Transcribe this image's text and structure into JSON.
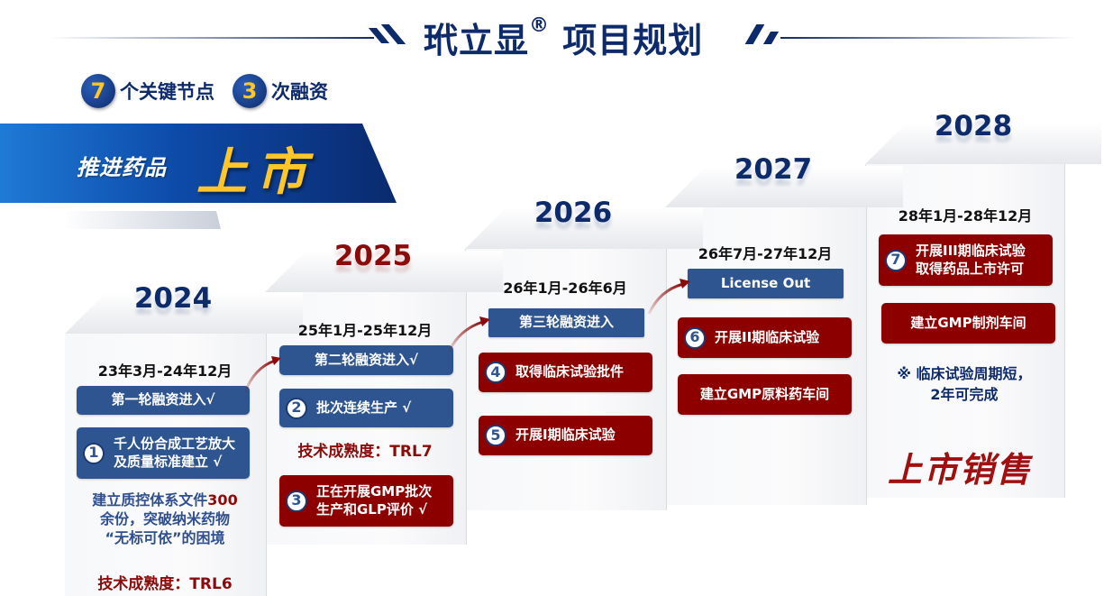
{
  "header": {
    "title": "玳立显",
    "registered_mark": "®",
    "title_suffix": " 项目规划"
  },
  "badges": [
    {
      "number": "7",
      "label": "个关键节点"
    },
    {
      "number": "3",
      "label": "次融资"
    }
  ],
  "banner": {
    "subtitle": "推进药品",
    "headline": "上市"
  },
  "colors": {
    "navy": "#0d2a6b",
    "box_blue": "#2f5590",
    "box_red": "#8c0000",
    "accent_gold": "#ffc629",
    "text_red": "#8b0a0a"
  },
  "timeline": [
    {
      "year": "2024",
      "period": "23年3月-24年12月",
      "financing": "第一轮融资进入√",
      "milestones": [
        {
          "number": "1",
          "text_line1": "千人份合成工艺放大",
          "text_line2": "及质量标准建立 √"
        }
      ],
      "note_part1": "建立质控体系文件",
      "note_highlight": "300",
      "note_part2": "余份，突破纳米药物",
      "note_part3": "“无标可依”的困境",
      "trl": "技术成熟度：TRL6"
    },
    {
      "year": "2025",
      "period": "25年1月-25年12月",
      "financing": "第二轮融资进入√",
      "milestones": [
        {
          "number": "2",
          "text_line1": "批次连续生产 √"
        },
        {
          "number": "3",
          "text_line1": "正在开展GMP批次",
          "text_line2": "生产和GLP评价 √"
        }
      ],
      "trl": "技术成熟度：TRL7"
    },
    {
      "year": "2026",
      "period": "26年1月-26年6月",
      "financing": "第三轮融资进入",
      "milestones": [
        {
          "number": "4",
          "text_line1": "取得临床试验批件"
        },
        {
          "number": "5",
          "text_line1": "开展I期临床试验"
        }
      ]
    },
    {
      "year": "2027",
      "period": "26年7月-27年12月",
      "financing": "License Out",
      "milestones": [
        {
          "number": "6",
          "text_line1": "开展II期临床试验"
        }
      ],
      "extra": "建立GMP原料药车间"
    },
    {
      "year": "2028",
      "period": "28年1月-28年12月",
      "milestones": [
        {
          "number": "7",
          "text_line1": "开展III期临床试验",
          "text_line2": "取得药品上市许可"
        }
      ],
      "extra": "建立GMP制剂车间",
      "note_line1": "※ 临床试验周期短，",
      "note_line2": "2年可完成",
      "final": "上市销售"
    }
  ]
}
